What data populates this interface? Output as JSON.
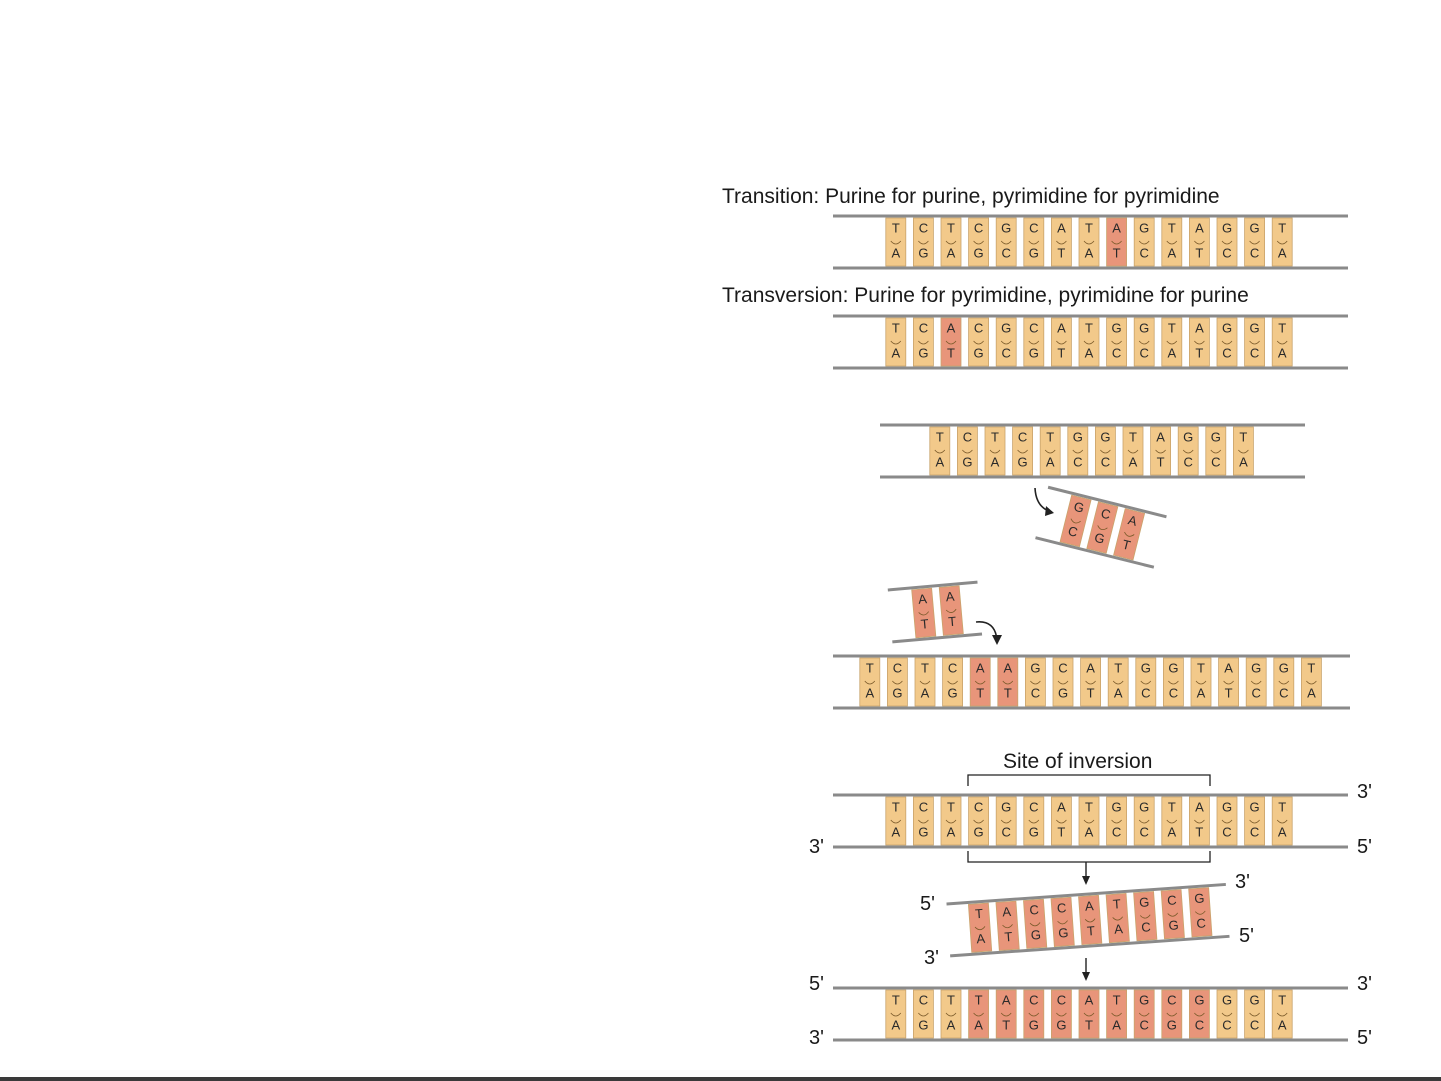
{
  "transition": {
    "title": "Transition: Purine for purine, pyrimidine for pyrimidine",
    "top": [
      "T",
      "C",
      "T",
      "C",
      "G",
      "C",
      "A",
      "T",
      "A",
      "G",
      "T",
      "A",
      "G",
      "G",
      "T"
    ],
    "bottom": [
      "A",
      "G",
      "A",
      "G",
      "C",
      "G",
      "T",
      "A",
      "T",
      "C",
      "A",
      "T",
      "C",
      "C",
      "A"
    ],
    "highlight": [
      8
    ]
  },
  "transversion": {
    "title": "Transversion: Purine for pyrimidine, pyrimidine for purine",
    "top": [
      "T",
      "C",
      "A",
      "C",
      "G",
      "C",
      "A",
      "T",
      "G",
      "G",
      "T",
      "A",
      "G",
      "G",
      "T"
    ],
    "bottom": [
      "A",
      "G",
      "T",
      "G",
      "C",
      "G",
      "T",
      "A",
      "C",
      "C",
      "A",
      "T",
      "C",
      "C",
      "A"
    ],
    "highlight": [
      2
    ]
  },
  "deletion": {
    "remaining": {
      "top": [
        "T",
        "C",
        "T",
        "C",
        "T",
        "G",
        "G",
        "T",
        "A",
        "G",
        "G",
        "T"
      ],
      "bottom": [
        "A",
        "G",
        "A",
        "G",
        "A",
        "C",
        "C",
        "A",
        "T",
        "C",
        "C",
        "A"
      ]
    },
    "removed": {
      "top": [
        "G",
        "C",
        "A"
      ],
      "bottom": [
        "C",
        "G",
        "T"
      ]
    }
  },
  "insertion": {
    "inserted": {
      "top": [
        "A",
        "A"
      ],
      "bottom": [
        "T",
        "T"
      ]
    },
    "result": {
      "top": [
        "T",
        "C",
        "T",
        "C",
        "A",
        "A",
        "G",
        "C",
        "A",
        "T",
        "G",
        "G",
        "T",
        "A",
        "G",
        "G",
        "T"
      ],
      "bottom": [
        "A",
        "G",
        "A",
        "G",
        "T",
        "T",
        "C",
        "G",
        "T",
        "A",
        "C",
        "C",
        "A",
        "T",
        "C",
        "C",
        "A"
      ],
      "highlight": [
        4,
        5
      ]
    }
  },
  "inversion": {
    "title": "Site of inversion",
    "original": {
      "top": [
        "T",
        "C",
        "T",
        "C",
        "G",
        "C",
        "A",
        "T",
        "G",
        "G",
        "T",
        "A",
        "G",
        "G",
        "T"
      ],
      "bottom": [
        "A",
        "G",
        "A",
        "G",
        "C",
        "G",
        "T",
        "A",
        "C",
        "C",
        "A",
        "T",
        "C",
        "C",
        "A"
      ]
    },
    "flipped": {
      "top": [
        "T",
        "A",
        "C",
        "C",
        "A",
        "T",
        "G",
        "C",
        "G"
      ],
      "bottom": [
        "A",
        "T",
        "G",
        "G",
        "T",
        "A",
        "C",
        "G",
        "C"
      ]
    },
    "result": {
      "top": [
        "T",
        "C",
        "T",
        "T",
        "A",
        "C",
        "C",
        "A",
        "T",
        "G",
        "C",
        "G",
        "G",
        "G",
        "T"
      ],
      "bottom": [
        "A",
        "G",
        "A",
        "A",
        "T",
        "G",
        "G",
        "T",
        "A",
        "C",
        "G",
        "C",
        "C",
        "C",
        "A"
      ],
      "highlight": [
        3,
        4,
        5,
        6,
        7,
        8,
        9,
        10,
        11
      ]
    },
    "end_labels": {
      "original_top_right": "3'",
      "original_bottom_left": "3'",
      "original_bottom_right": "5'",
      "flipped_top_left": "5'",
      "flipped_top_right": "3'",
      "flipped_bottom_left": "3'",
      "flipped_bottom_right": "5'",
      "result_top_left": "5'",
      "result_top_right": "3'",
      "result_bottom_left": "3'",
      "result_bottom_right": "5'"
    }
  },
  "colors": {
    "strand": "#8a8a8a",
    "base_normal": "#f2c98a",
    "base_mutated": "#e8957a",
    "base_border": "#c9a36b",
    "arrow": "#222222"
  }
}
